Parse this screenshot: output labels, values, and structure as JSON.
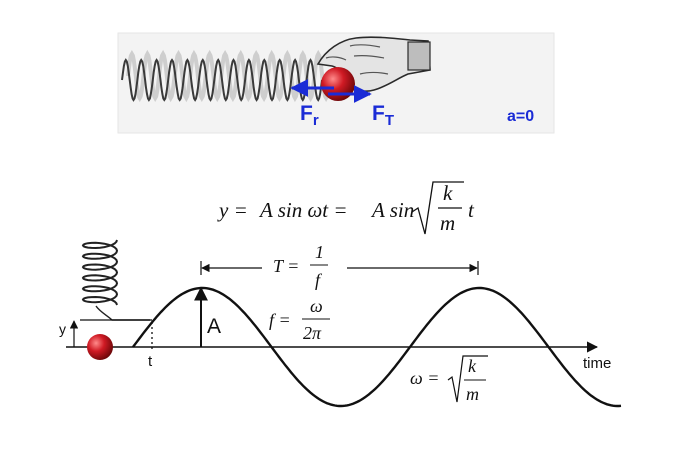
{
  "top_panel": {
    "force_restoring_base": "F",
    "force_restoring_sub": "r",
    "force_tension_base": "F",
    "force_tension_sub": "T",
    "acceleration": "a=0"
  },
  "equation": {
    "lhs": "y =",
    "form1": "A sin ωt =",
    "form2": "A sin",
    "k": "k",
    "m": "m",
    "t": "t"
  },
  "period": {
    "lhs": "T =",
    "num": "1",
    "den": "f"
  },
  "frequency": {
    "lhs": "f =",
    "num": "ω",
    "den": "2π"
  },
  "omega": {
    "lhs": "ω =",
    "num": "k",
    "den": "m"
  },
  "labels": {
    "amplitude": "A",
    "displacement": "y",
    "time_marker": "t",
    "axis": "time"
  },
  "colors": {
    "force_blue": "#1a2bd6",
    "ball_red": "#c8141e",
    "curve": "#111111"
  }
}
